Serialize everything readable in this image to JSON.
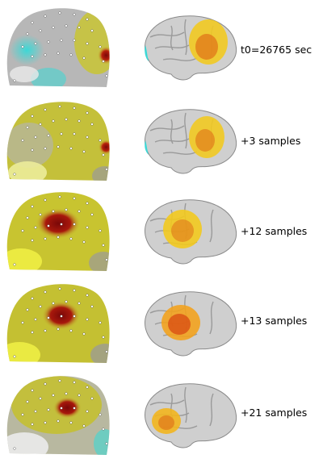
{
  "rows": [
    {
      "label": "t0=26765 sec",
      "scalp_pattern": "blue frontal, red right-posterior",
      "cortex_activation": "posterior parietal, yellow-orange"
    },
    {
      "label": "+3 samples",
      "scalp_pattern": "yellow diffuse, red right-posterior",
      "cortex_activation": "parietal, yellow-orange"
    },
    {
      "label": "+12 samples",
      "scalp_pattern": "red central",
      "cortex_activation": "temporo-parietal, orange"
    },
    {
      "label": "+13 samples",
      "scalp_pattern": "red central",
      "cortex_activation": "temporal, red-orange"
    },
    {
      "label": "+21 samples",
      "scalp_pattern": "red central-posterior",
      "cortex_activation": "frontal, orange"
    }
  ],
  "colors": {
    "scalp_base": "#b9b9b9",
    "scalp_yellow": "#c9c534",
    "scalp_red": "#8a0a0a",
    "scalp_blue": "#3cd8d6",
    "cortex_base": "#c8c8c8",
    "cortex_yellow": "#f2c91e",
    "cortex_orange": "#e0761a"
  }
}
